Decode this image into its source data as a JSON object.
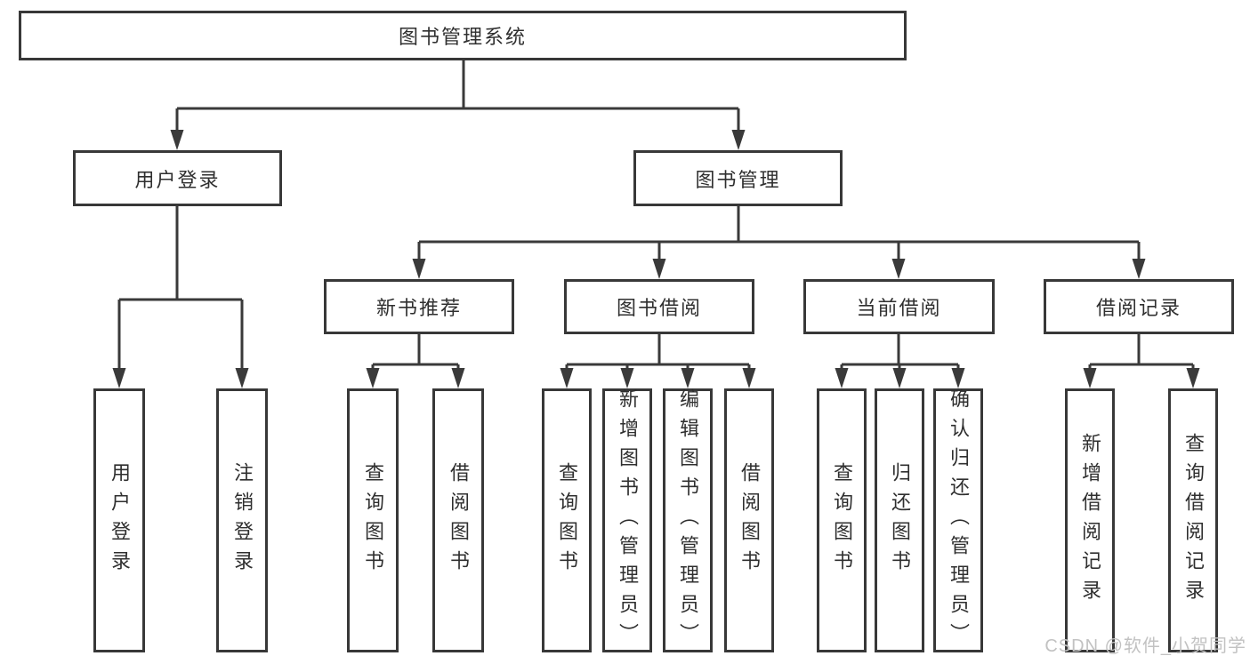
{
  "diagram": {
    "root": {
      "label": "图书管理系统"
    },
    "level2": {
      "user_login": {
        "label": "用户登录"
      },
      "book_mgmt": {
        "label": "图书管理"
      }
    },
    "level3": {
      "new_book_rec": {
        "label": "新书推荐"
      },
      "book_borrow": {
        "label": "图书借阅"
      },
      "current_borrow": {
        "label": "当前借阅"
      },
      "borrow_record": {
        "label": "借阅记录"
      }
    },
    "leaves": {
      "user_login_1": {
        "label": "用户登录"
      },
      "user_login_2": {
        "label": "注销登录"
      },
      "new_rec_1": {
        "label": "查询图书"
      },
      "new_rec_2": {
        "label": "借阅图书"
      },
      "borrow_1": {
        "label": "查询图书"
      },
      "borrow_2": {
        "label": "新增图书（管理员）"
      },
      "borrow_3": {
        "label": "编辑图书（管理员）"
      },
      "borrow_4": {
        "label": "借阅图书"
      },
      "current_1": {
        "label": "查询图书"
      },
      "current_2": {
        "label": "归还图书"
      },
      "current_3": {
        "label": "确认归还（管理员）"
      },
      "record_1": {
        "label": "新增借阅记录"
      },
      "record_2": {
        "label": "查询借阅记录"
      }
    },
    "watermark": "CSDN @软件_小贺同学",
    "colors": {
      "line": "#3a3a3a",
      "border": "#383838",
      "text": "#2f2f2f",
      "watermark": "#c2c2c2",
      "background": "#ffffff"
    }
  }
}
